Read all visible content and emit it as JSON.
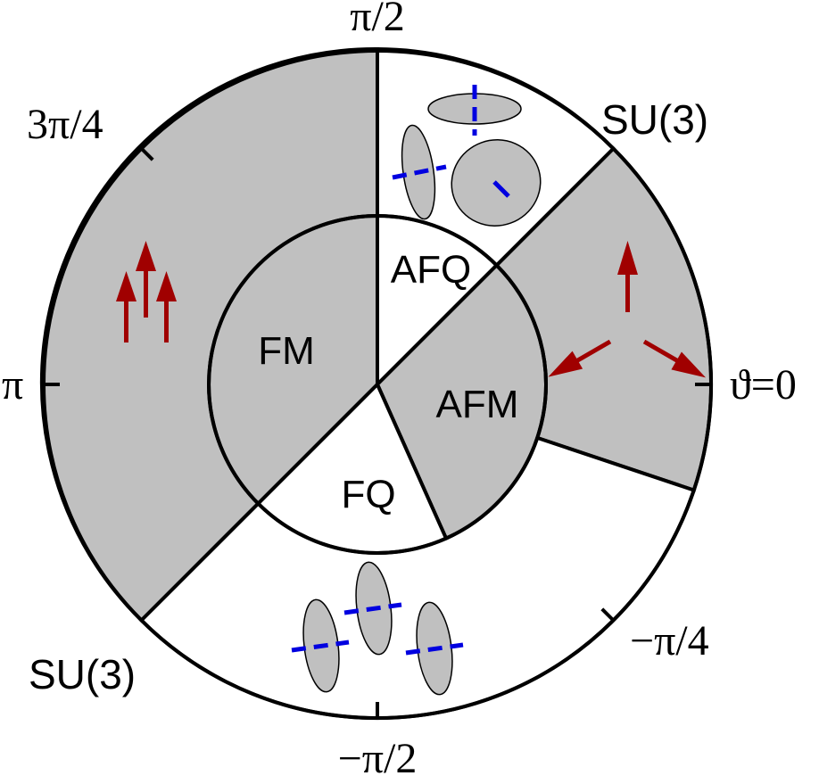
{
  "diagram": {
    "angle_labels": {
      "pi_over_2": "π/2",
      "three_pi_over_4": "3π/4",
      "pi": "π",
      "theta_zero": "ϑ=0",
      "minus_pi_over_4": "−π/4",
      "minus_pi_over_2": "−π/2"
    },
    "inner_phases": {
      "fm": "FM",
      "afq": "AFQ",
      "afm": "AFM",
      "fq": "FQ"
    },
    "su3_labels": {
      "upper_right": "SU(3)",
      "lower_left": "SU(3)"
    },
    "colors": {
      "shaded_region": "#c0c0c0",
      "outline": "#000000",
      "spin_arrow": "#a00000",
      "director": "#0000e0"
    }
  }
}
